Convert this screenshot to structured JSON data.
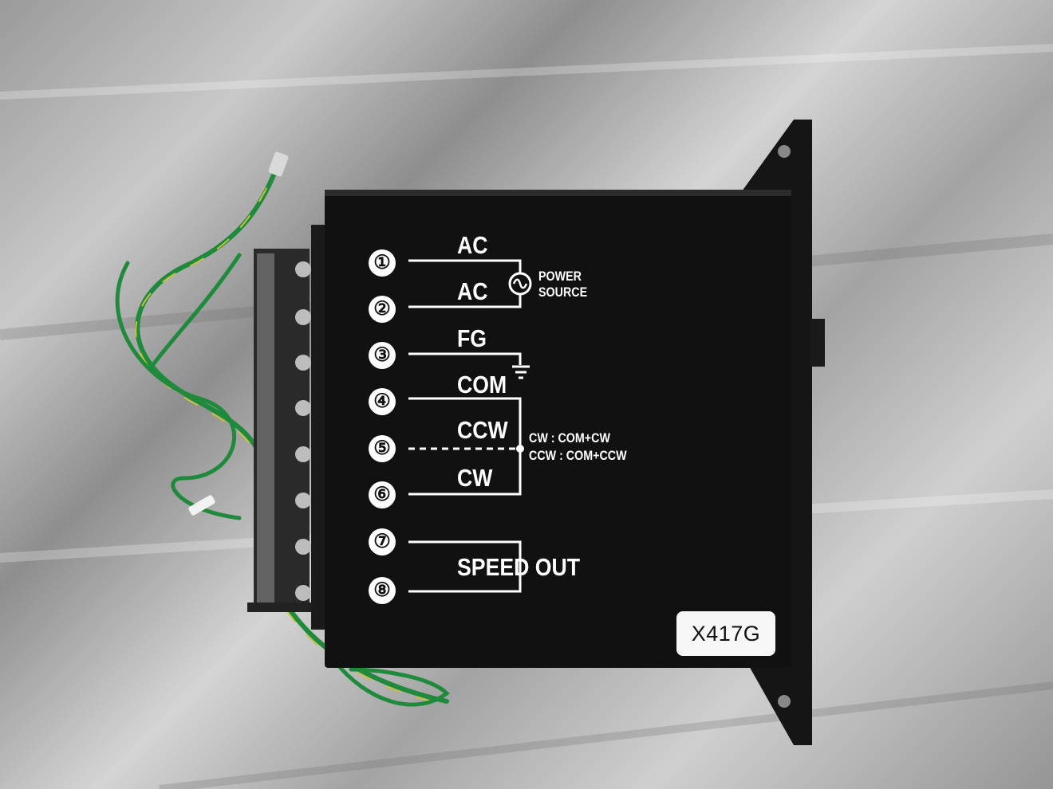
{
  "terminals": [
    {
      "number": "①",
      "label": "AC"
    },
    {
      "number": "②",
      "label": "AC"
    },
    {
      "number": "③",
      "label": "FG"
    },
    {
      "number": "④",
      "label": "COM"
    },
    {
      "number": "⑤",
      "label": "CCW"
    },
    {
      "number": "⑥",
      "label": "CW"
    },
    {
      "number": "⑦",
      "label": ""
    },
    {
      "number": "⑧",
      "label": ""
    }
  ],
  "power_source": {
    "line1": "POWER",
    "line2": "SOURCE"
  },
  "direction_notes": {
    "cw": "CW : COM+CW",
    "ccw": "CCW : COM+CCW"
  },
  "speed_out_label": "SPEED OUT",
  "model_tag": "X417G",
  "icons": [
    "ac-source-icon",
    "ground-icon"
  ],
  "colors": {
    "housing": "#111111",
    "wire_green": "#1f8a3c",
    "wire_yellow": "#c8c23a",
    "print": "#ffffff"
  }
}
